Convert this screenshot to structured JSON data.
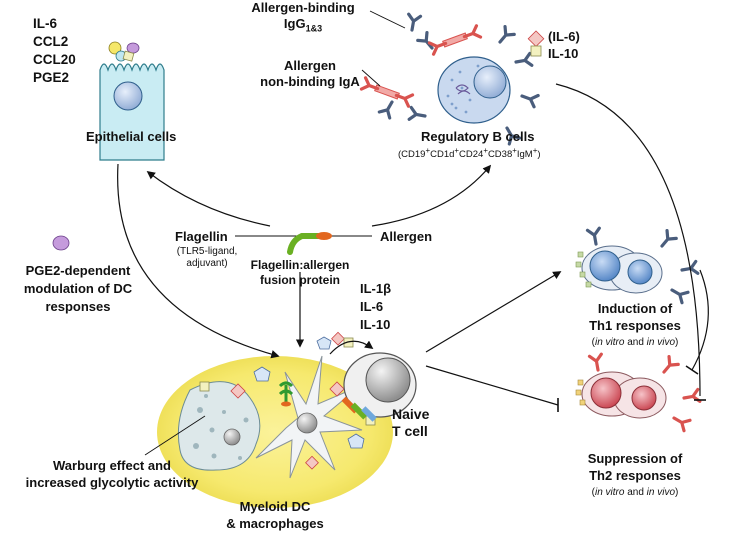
{
  "epithelial": {
    "cytokines": [
      "IL-6",
      "CCL2",
      "CCL20",
      "PGE2"
    ],
    "label": "Epithelial cells"
  },
  "antibodies": {
    "igg_prefix": "Allergen-binding",
    "igg_name": "IgG",
    "igg_sub": "1&3",
    "iga_line1": "Allergen",
    "iga_line2": "non-binding IgA"
  },
  "breg": {
    "cytokines": [
      "(IL-6)",
      "IL-10"
    ],
    "label": "Regulatory B cells",
    "marker_parts": [
      "CD19",
      "+",
      "CD1d",
      "+",
      "CD24",
      "+",
      "CD38",
      "+",
      "IgM",
      "+"
    ]
  },
  "fusion": {
    "flagellin": "Flagellin",
    "flagellin_note_1": "(TLR5-ligand,",
    "flagellin_note_2": "adjuvant)",
    "allergen": "Allergen",
    "protein_line1": "Flagellin:allergen",
    "protein_line2": "fusion protein"
  },
  "pge2_mod": {
    "line1": "PGE2-dependent",
    "line2": "modulation of DC",
    "line3": "responses"
  },
  "dc": {
    "cytokines": [
      "IL-1β",
      "IL-6",
      "IL-10"
    ],
    "warburg_line1": "Warburg effect and",
    "warburg_line2": "increased glycolytic activity",
    "label_line1": "Myeloid DC",
    "label_line2": "& macrophages"
  },
  "tcell": {
    "line1": "Naive",
    "line2": "T cell"
  },
  "th1": {
    "line1": "Induction of",
    "line2": "Th1 responses",
    "note_a": "in vitro",
    "note_and": " and ",
    "note_b": "in vivo"
  },
  "th2": {
    "line1": "Suppression of",
    "line2": "Th2 responses",
    "note_a": "in vitro",
    "note_and": " and ",
    "note_b": "in vivo"
  },
  "colors": {
    "epithelial_fill": "#c9ecf3",
    "dc_glow": "#f7ec7a",
    "breg_fill": "#c9d9ef",
    "igg": "#4a5d7c",
    "iga": "#d9534f",
    "flagellin": "#6ab023",
    "allergen": "#e2671f",
    "th1_cell": "#6f9fd8",
    "th2_cell": "#e0707a"
  }
}
